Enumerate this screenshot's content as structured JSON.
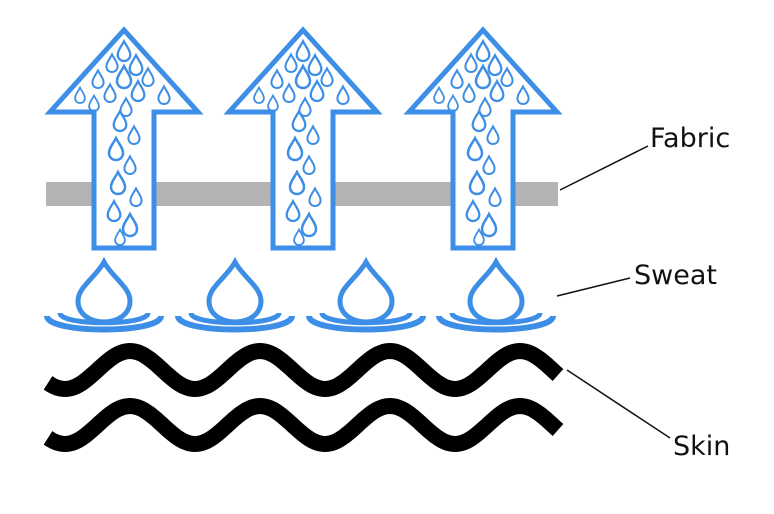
{
  "labels": {
    "fabric": "Fabric",
    "sweat": "Sweat",
    "skin": "Skin"
  },
  "colors": {
    "sweat_blue": "#3d8ee6",
    "fabric_gray": "#b4b4b4",
    "skin_black": "#000000",
    "leader_line": "#111111"
  },
  "icons": {
    "arrow": "up-arrow-icon",
    "drop": "water-drop-icon",
    "ripple": "ripple-icon"
  }
}
